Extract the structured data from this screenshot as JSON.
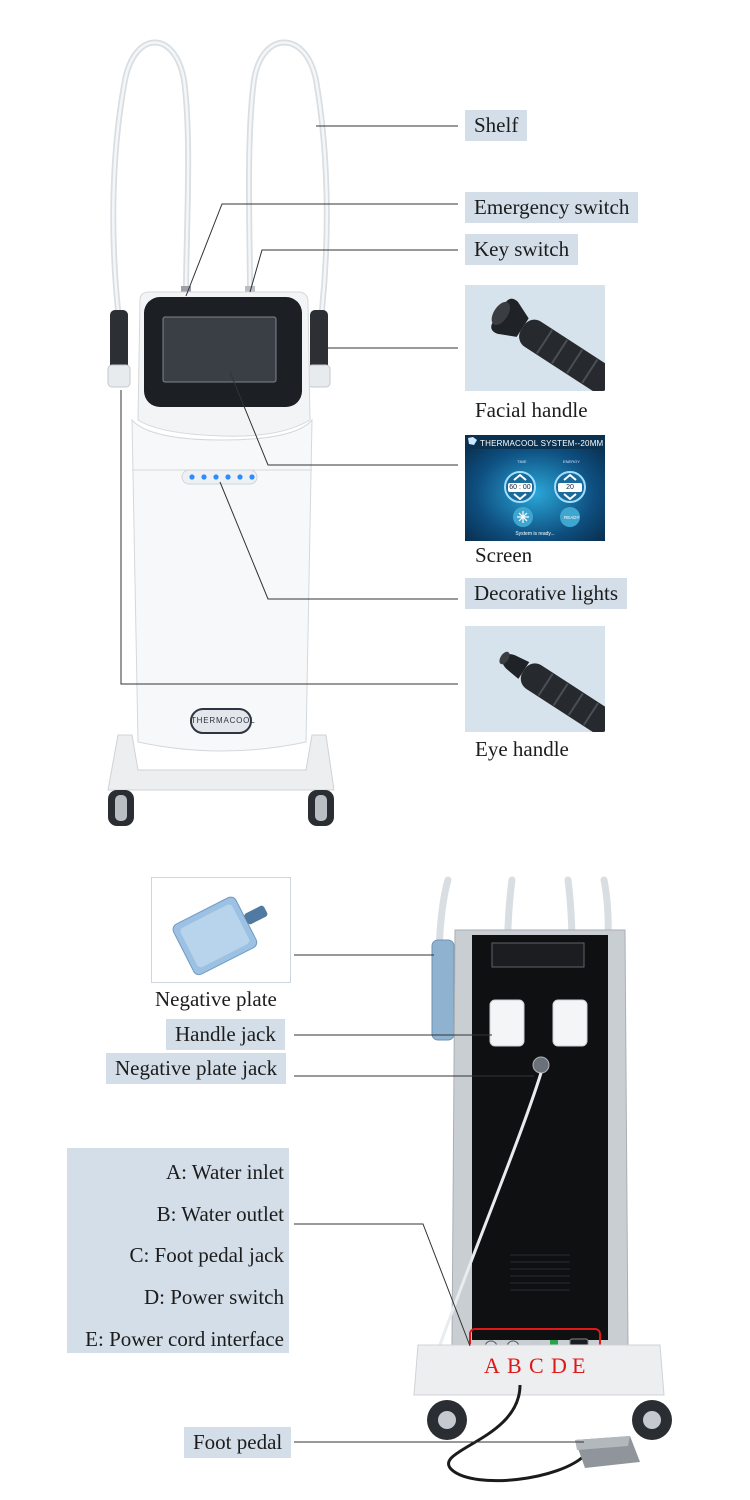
{
  "top_section": {
    "labels": {
      "shelf": "Shelf",
      "emergency_switch": "Emergency switch",
      "key_switch": "Key switch",
      "decorative_lights": "Decorative lights"
    },
    "captions": {
      "facial_handle": "Facial handle",
      "screen": "Screen",
      "eye_handle": "Eye handle"
    },
    "machine_brand": "THERMACOOL",
    "screen_ui": {
      "title": "THERMACOOL SYSTEM--20MM",
      "time_label": "TIME",
      "time_value": "60 : 00",
      "energy_label": "ENERGY",
      "energy_value": "20",
      "ready_button": "READY",
      "status": "System is ready..."
    }
  },
  "bottom_section": {
    "caption_negative_plate": "Negative plate",
    "labels": {
      "handle_jack": "Handle jack",
      "negative_plate_jack": "Negative plate jack",
      "foot_pedal": "Foot pedal"
    },
    "rear_panel_items": [
      "A: Water inlet",
      "B: Water outlet",
      "C: Foot pedal jack",
      "D: Power switch",
      "E: Power cord interface"
    ],
    "jack_letters": [
      "A",
      "B",
      "C",
      "D",
      "E"
    ]
  },
  "colors": {
    "label_bg": "#d3dee8",
    "thumb_bg": "#d6e2ec",
    "leader_line": "#333333",
    "highlight_red": "#e01818",
    "led_blue": "#2a8cff"
  }
}
